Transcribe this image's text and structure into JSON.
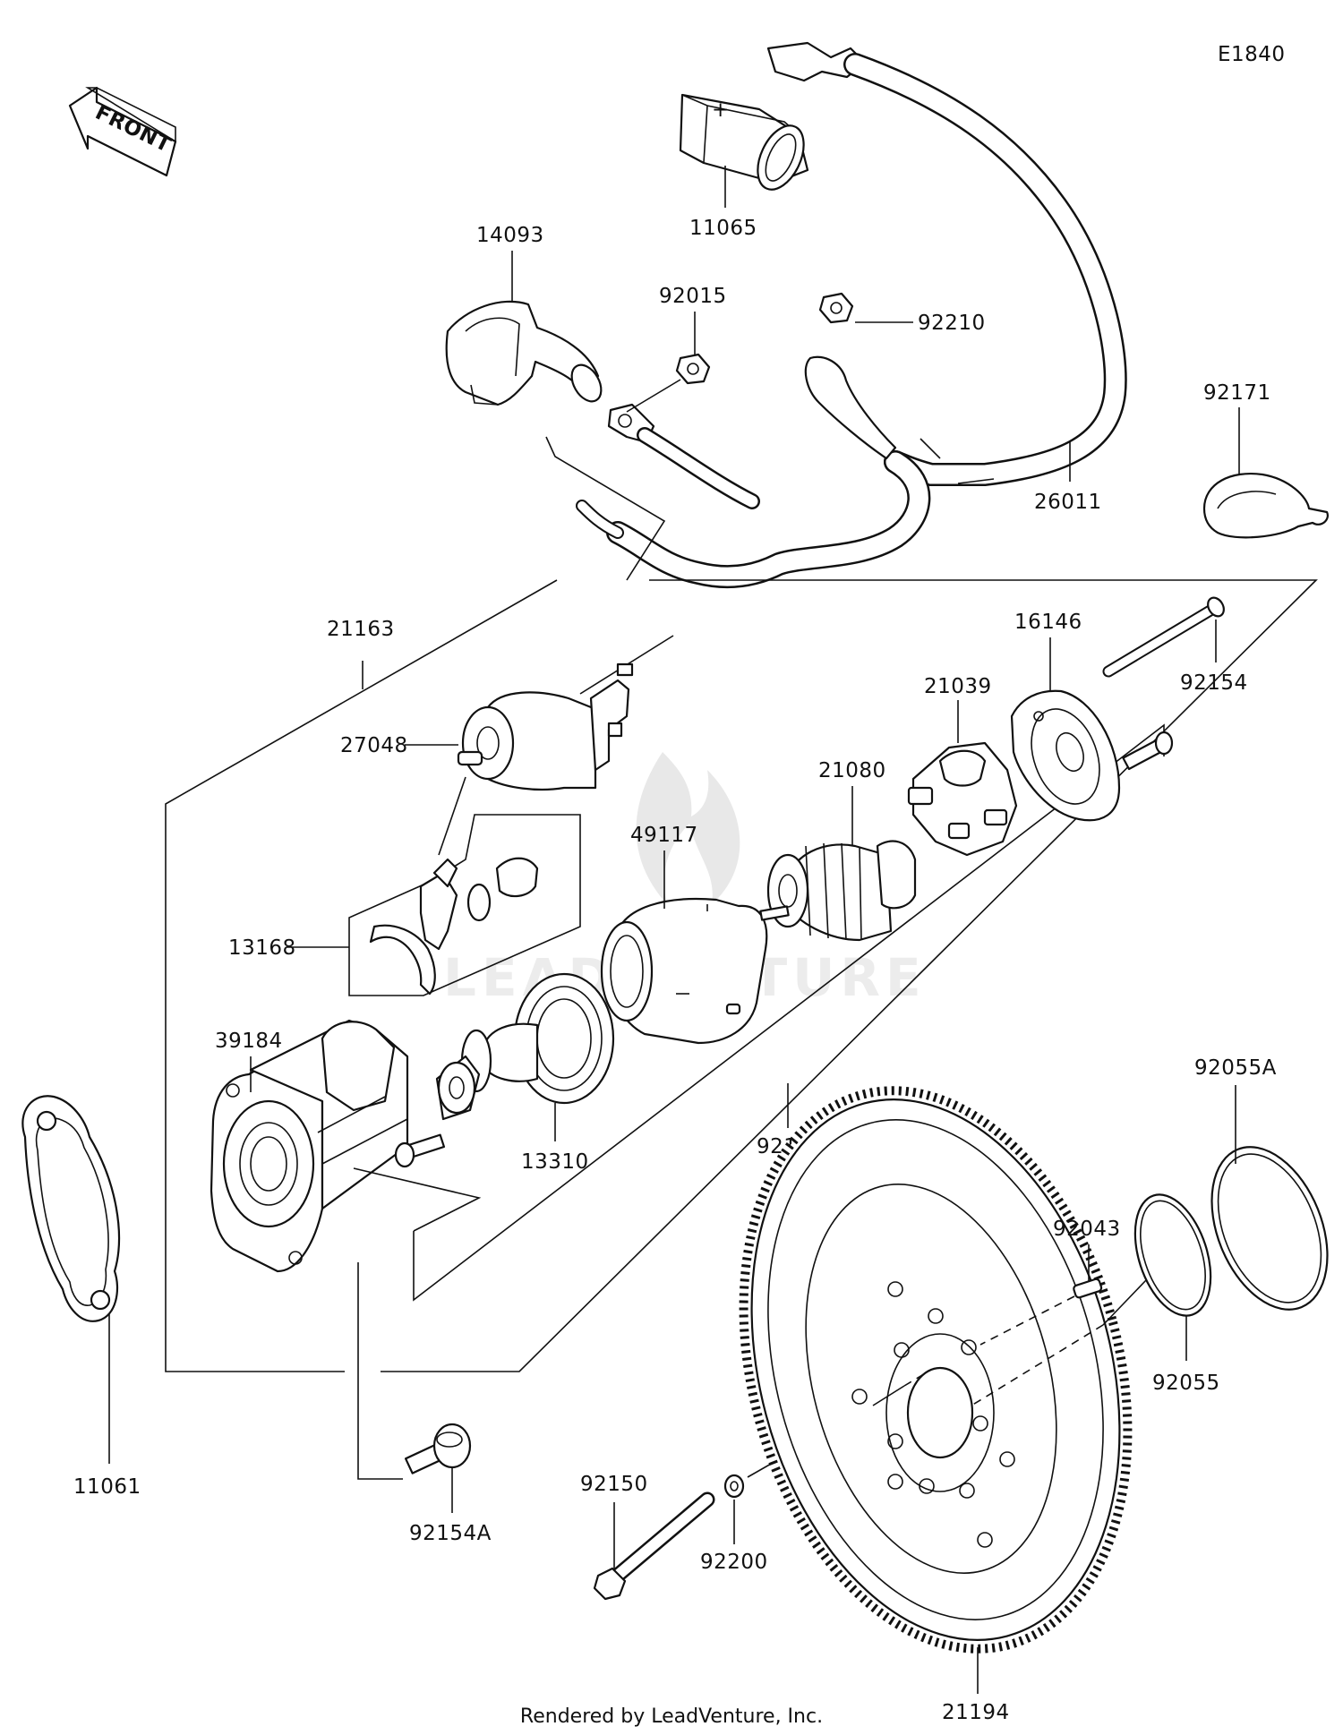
{
  "diagram_id": "E1840",
  "front_label": "FRONT",
  "footer": "Rendered by LeadVenture, Inc.",
  "watermark": "LEADVENTURE",
  "terminal_mark": "+",
  "parts": {
    "p11065": "11065",
    "p14093": "14093",
    "p92015": "92015",
    "p92210": "92210",
    "p92171": "92171",
    "p26011": "26011",
    "p21163": "21163",
    "p16146": "16146",
    "p92154": "92154",
    "p21039": "21039",
    "p27048": "27048",
    "p21080": "21080",
    "p49117": "49117",
    "p13168": "13168",
    "p39184": "39184",
    "p13310": "13310",
    "p92172": "92172",
    "p92055A": "92055A",
    "p92043": "92043",
    "p11061": "11061",
    "p92055": "92055",
    "p92154A": "92154A",
    "p92150": "92150",
    "p92200": "92200",
    "p21194": "21194"
  }
}
